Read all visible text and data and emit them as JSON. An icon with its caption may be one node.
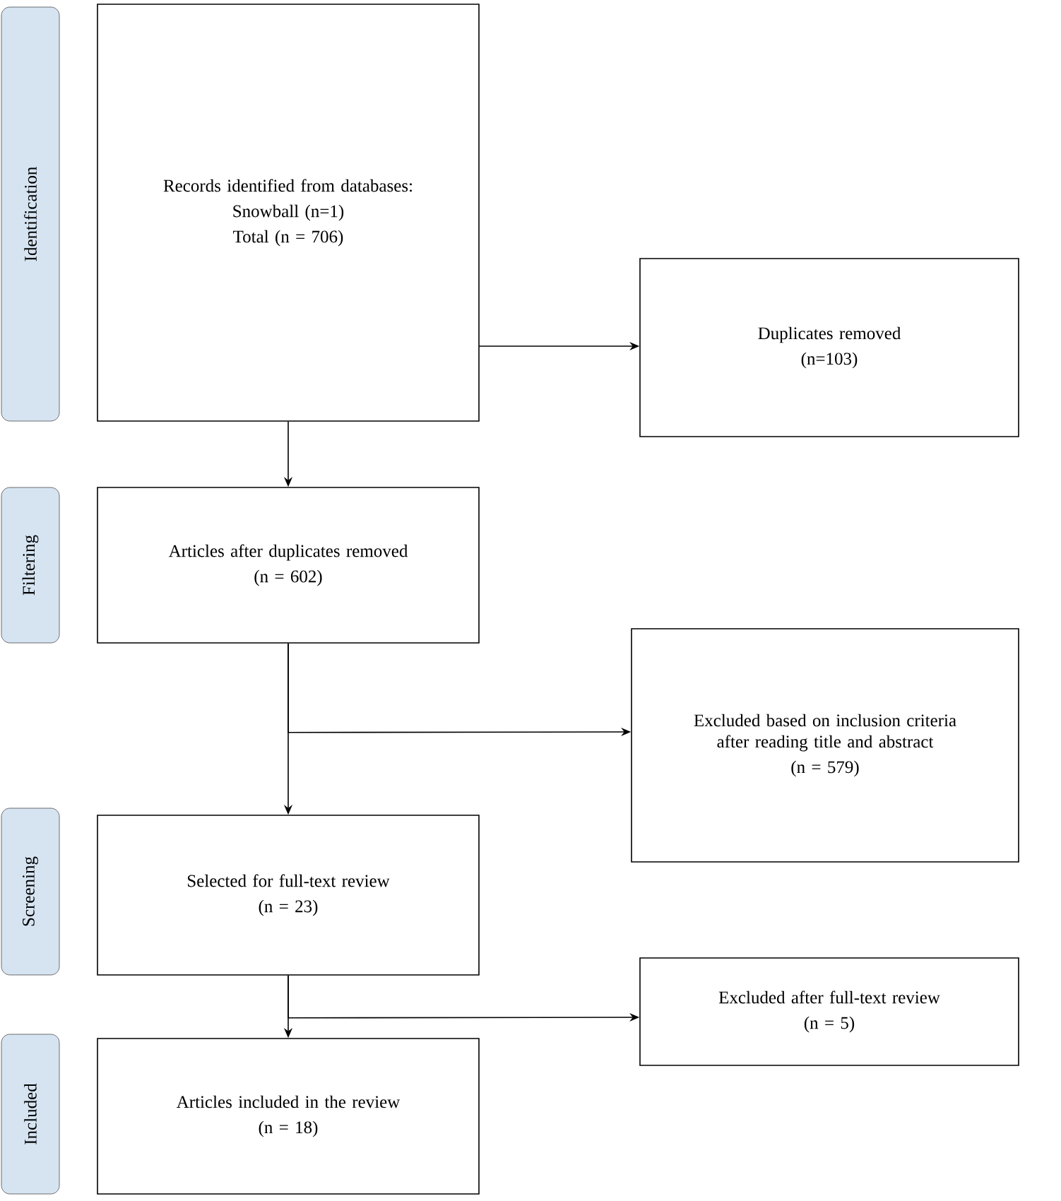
{
  "diagram": {
    "nodes": [
      {
        "text": [
          "Identification"
        ]
      },
      {
        "text": [
          "Records identified from databases:",
          "Snowball (n=1)",
          "Total (n = 706)"
        ]
      },
      {
        "text": [
          "Duplicates removed",
          "(n=103)"
        ]
      },
      {
        "text": [
          "Filtering"
        ]
      },
      {
        "text": [
          "Articles after duplicates removed",
          "(n = 602)"
        ]
      },
      {
        "text": [
          "Excluded based on inclusion criteria after reading title and abstract",
          "(n = 579)"
        ]
      },
      {
        "text": [
          "Screening"
        ]
      },
      {
        "text": [
          "Selected for full-text review",
          "(n = 23)"
        ]
      },
      {
        "text": [
          "Excluded after full-text review",
          "(n = 5)"
        ]
      },
      {
        "text": [
          "Included"
        ]
      },
      {
        "text": [
          "Articles included in the review",
          "(n = 18)"
        ]
      }
    ],
    "edges": [
      {
        "from": 1,
        "to": 2,
        "arrow": "to"
      },
      {
        "from": 1,
        "to": 4,
        "arrow": "to"
      },
      {
        "from": 4,
        "to": 5,
        "arrow": "to"
      },
      {
        "from": 4,
        "to": 7,
        "arrow": "to"
      },
      {
        "from": 7,
        "to": 8,
        "arrow": "to"
      },
      {
        "from": 7,
        "to": 10,
        "arrow": "to"
      }
    ]
  }
}
